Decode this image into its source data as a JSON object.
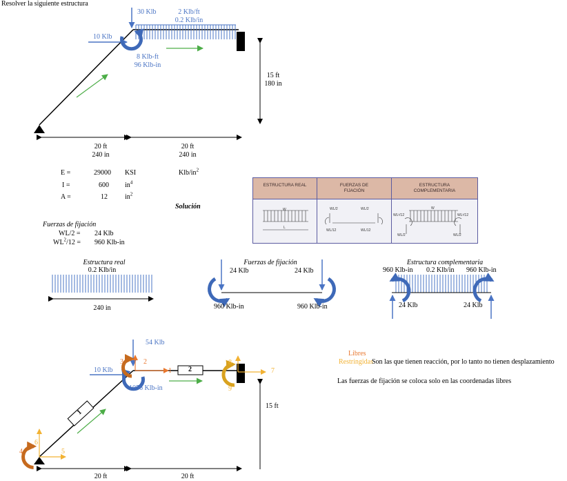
{
  "title": "Resolver la siguiente estructura",
  "structure": {
    "load_30": "30 Klb",
    "dist_load_ft": "2 Klb/ft",
    "dist_load_in": "0.2 Klb/in",
    "load_10": "10 Klb",
    "moment_ft": "8 Klb-ft",
    "moment_in": "96 Klb-in",
    "height_ft": "15 ft",
    "height_in": "180 in",
    "span1_ft": "20 ft",
    "span1_in": "240 in",
    "span2_ft": "20 ft",
    "span2_in": "240 in"
  },
  "properties": [
    {
      "symbol": "E =",
      "value": "29000",
      "unit": "KSI"
    },
    {
      "symbol": "I =",
      "value": "600",
      "unit": "in"
    },
    {
      "symbol": "A =",
      "value": "12",
      "unit": "in"
    }
  ],
  "property_extra_unit": "Klb/in",
  "solution_label": "Solución",
  "fixation": {
    "heading": "Fuerzas de fijación",
    "row1_label": "WL/2 =",
    "row1_value": "24 Klb",
    "row2_label_a": "WL",
    "row2_label_b": "/12 =",
    "row2_value": "960 Klb-in"
  },
  "ref_table": {
    "headers": [
      "ESTRUCTURA REAL",
      "FUERZAS DE FIJACIÓN",
      "ESTRUCTURA COMPLEMENTARIA"
    ],
    "labels": {
      "w": "W",
      "l": "L",
      "wl2": "WL/2",
      "wl12": "WL/12",
      "wl12b": "WL²/12"
    }
  },
  "real": {
    "heading": "Estructura real",
    "load": "0.2 Klb/in",
    "span": "240 in"
  },
  "fix_diagram": {
    "heading": "Fuerzas de fijación",
    "left_force": "24 Klb",
    "right_force": "24 Klb",
    "left_moment": "960 Klb-in",
    "right_moment": "960 Klb-in"
  },
  "comp": {
    "heading": "Estructura complementaria",
    "left_moment": "960 Klb-in",
    "load": "0.2 Klb/in",
    "right_moment": "960 Klb-in",
    "left_force": "24 Klb",
    "right_force": "24 Klb"
  },
  "lower": {
    "load_54": "54 Klb",
    "load_10": "10 Klb",
    "moment": "1056 Klb-in",
    "height": "15 ft",
    "span1": "20 ft",
    "span2": "20 ft",
    "elem1": "1",
    "elem2": "2",
    "coords": [
      "1",
      "2",
      "3",
      "4",
      "5",
      "6",
      "7",
      "8",
      "9"
    ]
  },
  "legend": {
    "libres": "Libres",
    "restringidas": "Restringidas",
    "restringidas_note": "Son las que tienen reacción, por lo tanto no tienen desplazamiento",
    "note": "Las fuerzas de fijación se coloca solo en las coordenadas libres"
  },
  "colors": {
    "blue": "#4a74c4",
    "green": "#4cad47",
    "orange": "#e8772e",
    "yellow": "#f2b233"
  }
}
